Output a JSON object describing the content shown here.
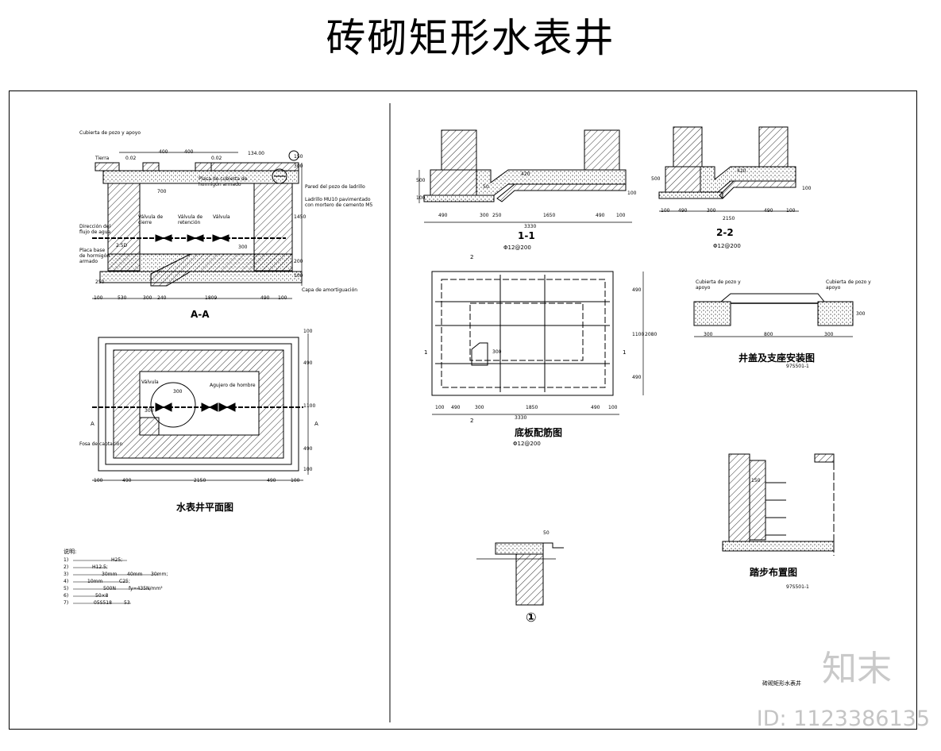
{
  "page": {
    "title": "砖砌矩形水表井",
    "watermark_logo": "知末",
    "watermark_id": "ID: 1123386135"
  },
  "captions": {
    "section_aa": "A-A",
    "plan": "水表井平面图",
    "section_11": "1-1",
    "section_22": "2-2",
    "bottom_rebar": "底板配筋图",
    "cover": "井盖及支座安装图",
    "steps": "踏步布置图",
    "detail_1": "①"
  },
  "rebar_notes": {
    "n11": "Φ12@200",
    "n22": "Φ12@200",
    "bottom": "Φ12@200"
  },
  "notes": {
    "heading": "说明:",
    "items": [
      "1)",
      "2)",
      "3)",
      "4)",
      "5)",
      "6)",
      "7)"
    ],
    "fragments": [
      "H25;",
      "H12.5;",
      "30mm",
      "40mm",
      "30mm;",
      "10mm",
      "C25;",
      "500N",
      "fy=435N/mm²",
      "50×8",
      "05S518",
      "53"
    ]
  },
  "section_aa_labels": {
    "tapa": "Cubierta de pozo y apoyo",
    "terra": "Tierra",
    "placa": "Placa de cubierta de hormigón armado",
    "pared": "Pared del pozo de ladrillo",
    "ladrillo": "Ladrillo MU10 pavimentado con mortero de cemento M5",
    "direccion": "Dirección del flujo de agua",
    "valvula1": "Válvula de cierre",
    "valvula2": "Válvula de retención",
    "valvula3": "Válvula",
    "placa_base": "Placa base de hormigón armado",
    "relleno": "Capa de amortiguación",
    "fosa": "Fosa de captación",
    "agujero": "Agujero de hombre"
  },
  "dims_aa_top": [
    "0.02",
    "400",
    "400",
    "0.02",
    "134.00"
  ],
  "dims_aa_bottom": [
    "100",
    "530",
    "300",
    "240",
    "1809",
    "490",
    "100"
  ],
  "dims_aa_side": [
    "150",
    "300",
    "1450",
    "200",
    "100"
  ],
  "dims_aa_misc": [
    "700",
    "300",
    "250",
    "2.5D"
  ],
  "dims_plan_bottom": [
    "100",
    "490",
    "2150",
    "490",
    "100"
  ],
  "dims_plan_side": [
    "100",
    "490",
    "1100",
    "490",
    "100"
  ],
  "dims_plan_misc": [
    "300",
    "300",
    "A",
    "A"
  ],
  "plan_labels": {
    "valve_left": "Válvula",
    "hole": "Agujero de hombre",
    "pit": "Fosa de captación"
  },
  "dims_11": [
    "490",
    "300",
    "250",
    "1650",
    "490",
    "100",
    "3330",
    "500",
    "100",
    "420",
    "50",
    "100"
  ],
  "dims_22": [
    "100",
    "490",
    "300",
    "490",
    "100",
    "2150",
    "500",
    "100",
    "420"
  ],
  "dims_rebar_bottom": [
    "100",
    "490",
    "300",
    "1850",
    "490",
    "100",
    "3330"
  ],
  "dims_rebar_side": [
    "490",
    "1100",
    "490",
    "2080",
    "300"
  ],
  "rebar_marks": [
    "1",
    "1",
    "2",
    "2"
  ],
  "dims_cover": [
    "300",
    "800",
    "300",
    "300"
  ],
  "cover_labels": [
    "Cubierta de pozo y apoyo",
    "Cubierta de pozo y apoyo"
  ],
  "cover_ref": "97S501-1",
  "steps_ref": "97S501-1",
  "steps_dim": "150",
  "detail_dims": [
    "50"
  ],
  "sheet_label": "砖砌矩形水表井"
}
